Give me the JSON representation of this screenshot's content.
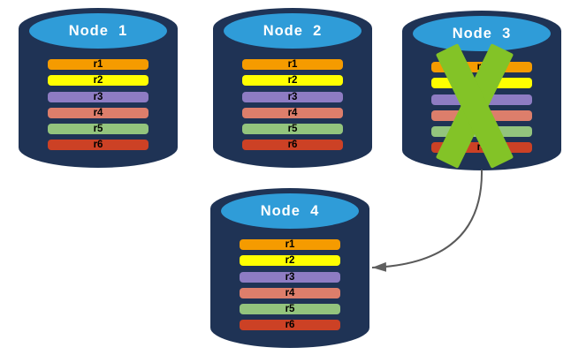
{
  "diagram": {
    "description": "Database replication diagram: four nodes each holding replicas r1-r6; Node 3 is failed (green X) and its data is redirected to Node 4 via a curved arrow.",
    "colors": {
      "background": "#FFFFFF",
      "cylinder_body": "#1F3355",
      "cylinder_top": "#2F9CD8",
      "failure_x": "#83C327",
      "arrow": "#5A5A5A",
      "arrowhead": "#606060",
      "node_title_text": "#FFFFFF",
      "replica_text": "#000000"
    },
    "nodes": [
      {
        "label": "Node  1",
        "failed": false,
        "replicas": [
          {
            "label": "r1",
            "color": "#F59B00"
          },
          {
            "label": "r2",
            "color": "#FFFF00"
          },
          {
            "label": "r3",
            "color": "#8E7CC3"
          },
          {
            "label": "r4",
            "color": "#DD7E6B"
          },
          {
            "label": "r5",
            "color": "#93C47D"
          },
          {
            "label": "r6",
            "color": "#CC4125"
          }
        ]
      },
      {
        "label": "Node  2",
        "failed": false,
        "replicas": [
          {
            "label": "r1",
            "color": "#F59B00"
          },
          {
            "label": "r2",
            "color": "#FFFF00"
          },
          {
            "label": "r3",
            "color": "#8E7CC3"
          },
          {
            "label": "r4",
            "color": "#DD7E6B"
          },
          {
            "label": "r5",
            "color": "#93C47D"
          },
          {
            "label": "r6",
            "color": "#CC4125"
          }
        ]
      },
      {
        "label": "Node  3",
        "failed": true,
        "replicas": [
          {
            "label": "r1",
            "color": "#F59B00"
          },
          {
            "label": "r2",
            "color": "#FFFF00"
          },
          {
            "label": "r3",
            "color": "#8E7CC3"
          },
          {
            "label": "r4",
            "color": "#DD7E6B"
          },
          {
            "label": "r5",
            "color": "#93C47D"
          },
          {
            "label": "r6",
            "color": "#CC4125"
          }
        ]
      },
      {
        "label": "Node  4",
        "failed": false,
        "replicas": [
          {
            "label": "r1",
            "color": "#F59B00"
          },
          {
            "label": "r2",
            "color": "#FFFF00"
          },
          {
            "label": "r3",
            "color": "#8E7CC3"
          },
          {
            "label": "r4",
            "color": "#DD7E6B"
          },
          {
            "label": "r5",
            "color": "#93C47D"
          },
          {
            "label": "r6",
            "color": "#CC4125"
          }
        ]
      }
    ],
    "arrow": {
      "from": "Node 3",
      "to": "Node 4"
    }
  }
}
